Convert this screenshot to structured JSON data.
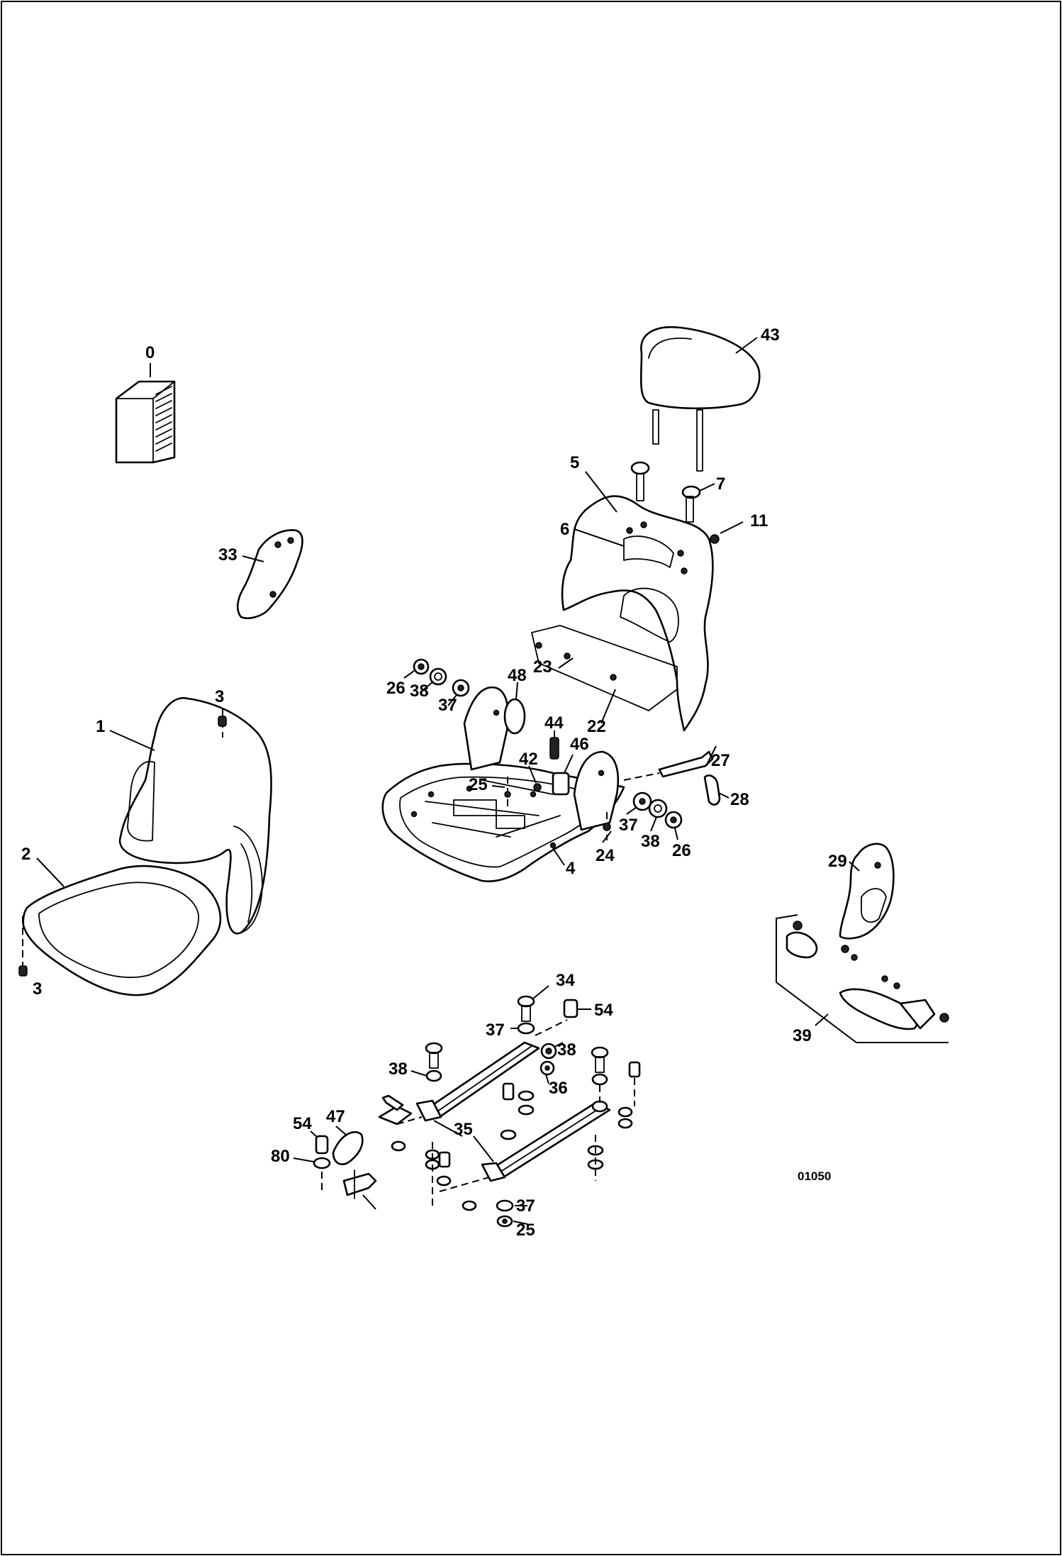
{
  "diagram_code": "01050",
  "callouts": [
    {
      "text": "0"
    },
    {
      "text": "1"
    },
    {
      "text": "2"
    },
    {
      "text": "3"
    },
    {
      "text": "3"
    },
    {
      "text": "4"
    },
    {
      "text": "5"
    },
    {
      "text": "6"
    },
    {
      "text": "7"
    },
    {
      "text": "11"
    },
    {
      "text": "22"
    },
    {
      "text": "23"
    },
    {
      "text": "24"
    },
    {
      "text": "25"
    },
    {
      "text": "25"
    },
    {
      "text": "26"
    },
    {
      "text": "26"
    },
    {
      "text": "27"
    },
    {
      "text": "28"
    },
    {
      "text": "29"
    },
    {
      "text": "33"
    },
    {
      "text": "34"
    },
    {
      "text": "35"
    },
    {
      "text": "36"
    },
    {
      "text": "37"
    },
    {
      "text": "37"
    },
    {
      "text": "37"
    },
    {
      "text": "37"
    },
    {
      "text": "38"
    },
    {
      "text": "38"
    },
    {
      "text": "38"
    },
    {
      "text": "38"
    },
    {
      "text": "39"
    },
    {
      "text": "42"
    },
    {
      "text": "43"
    },
    {
      "text": "44"
    },
    {
      "text": "46"
    },
    {
      "text": "47"
    },
    {
      "text": "48"
    },
    {
      "text": "54"
    },
    {
      "text": "54"
    },
    {
      "text": "80"
    }
  ]
}
